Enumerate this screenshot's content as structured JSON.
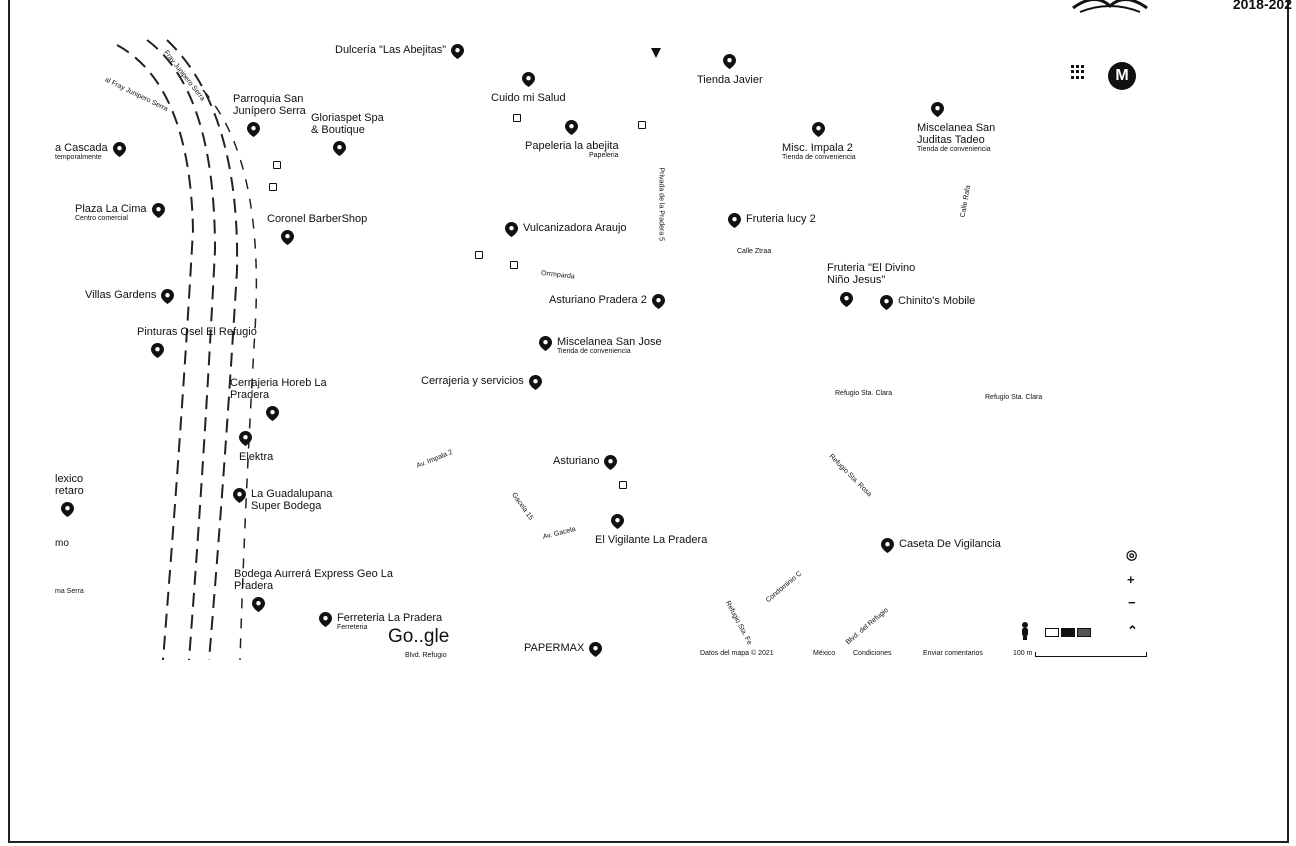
{
  "page": {
    "year_fragment": "2018-202"
  },
  "map": {
    "logo": "Go..gle",
    "avatar_initial": "M",
    "pois": [
      {
        "name": "Dulcería \"Las Abejitas\"",
        "sub": ""
      },
      {
        "name": "Tienda Javier",
        "sub": ""
      },
      {
        "name": "Cuido mi Salud",
        "sub": ""
      },
      {
        "name": "Parroquia San Junípero Serra",
        "sub": ""
      },
      {
        "name": "Gloriaspet Spa & Boutique",
        "sub": ""
      },
      {
        "name": "Papeleria la abejita",
        "sub": "Papeleria"
      },
      {
        "name": "Misc. Impala 2",
        "sub": "Tienda de conveniencia"
      },
      {
        "name": "Miscelanea San Juditas Tadeo",
        "sub": "Tienda de conveniencia"
      },
      {
        "name": "a Cascada",
        "sub": "temporalmente"
      },
      {
        "name": "Plaza La Cima",
        "sub": "Centro comercial"
      },
      {
        "name": "Coronel BarberShop",
        "sub": ""
      },
      {
        "name": "Vulcanizadora Araujo",
        "sub": ""
      },
      {
        "name": "Fruteria lucy 2",
        "sub": ""
      },
      {
        "name": "Fruteria \"El Divino Niño Jesus\"",
        "sub": ""
      },
      {
        "name": "Chinito's Mobile",
        "sub": ""
      },
      {
        "name": "Villas Gardens",
        "sub": ""
      },
      {
        "name": "Asturiano Pradera 2",
        "sub": ""
      },
      {
        "name": "Pinturas Osel El Refugio",
        "sub": ""
      },
      {
        "name": "Miscelanea San Jose",
        "sub": "Tienda de conveniencia"
      },
      {
        "name": "Cerrajeria y servicios",
        "sub": ""
      },
      {
        "name": "Cerrajeria Horeb La Pradera",
        "sub": ""
      },
      {
        "name": "Elektra",
        "sub": ""
      },
      {
        "name": "Asturiano",
        "sub": ""
      },
      {
        "name": "La Guadalupana Super Bodega",
        "sub": ""
      },
      {
        "name": "El Vigilante La Pradera",
        "sub": ""
      },
      {
        "name": "Caseta De Vigilancia",
        "sub": ""
      },
      {
        "name": "Bodega Aurrerá Express Geo La Pradera",
        "sub": ""
      },
      {
        "name": "Ferreteria La Pradera",
        "sub": "Ferreteria"
      },
      {
        "name": "PAPERMAX",
        "sub": ""
      },
      {
        "name": "lexico retaro",
        "sub": ""
      }
    ],
    "streets": [
      "al Fray Junipero Serra",
      "Fray Junipero Serra",
      "Calle Ztraa",
      "Refugio Sta. Clara",
      "Refugio Sta. Clara",
      "Refugio Sta. Rosa",
      "Av. Impala 2",
      "Gacela 15",
      "Av. Gacela",
      "Condominio C",
      "Refugio Sta. Fe",
      "Blvd. del Refugio",
      "Privada de la Pradera 5",
      "Orrmparda",
      "Calle Rafa",
      "mo",
      "ma Serra",
      "Blvd. Refugio"
    ],
    "attribution": {
      "data": "Datos del mapa © 2021",
      "country": "México",
      "terms": "Condiciones",
      "feedback": "Enviar comentarios",
      "scale": "100 m"
    },
    "icons": [
      "grid-icon",
      "avatar-icon",
      "locate-icon",
      "zoom-in-icon",
      "zoom-out-icon",
      "pegman-icon",
      "map-type-icon",
      "expand-icon"
    ]
  }
}
